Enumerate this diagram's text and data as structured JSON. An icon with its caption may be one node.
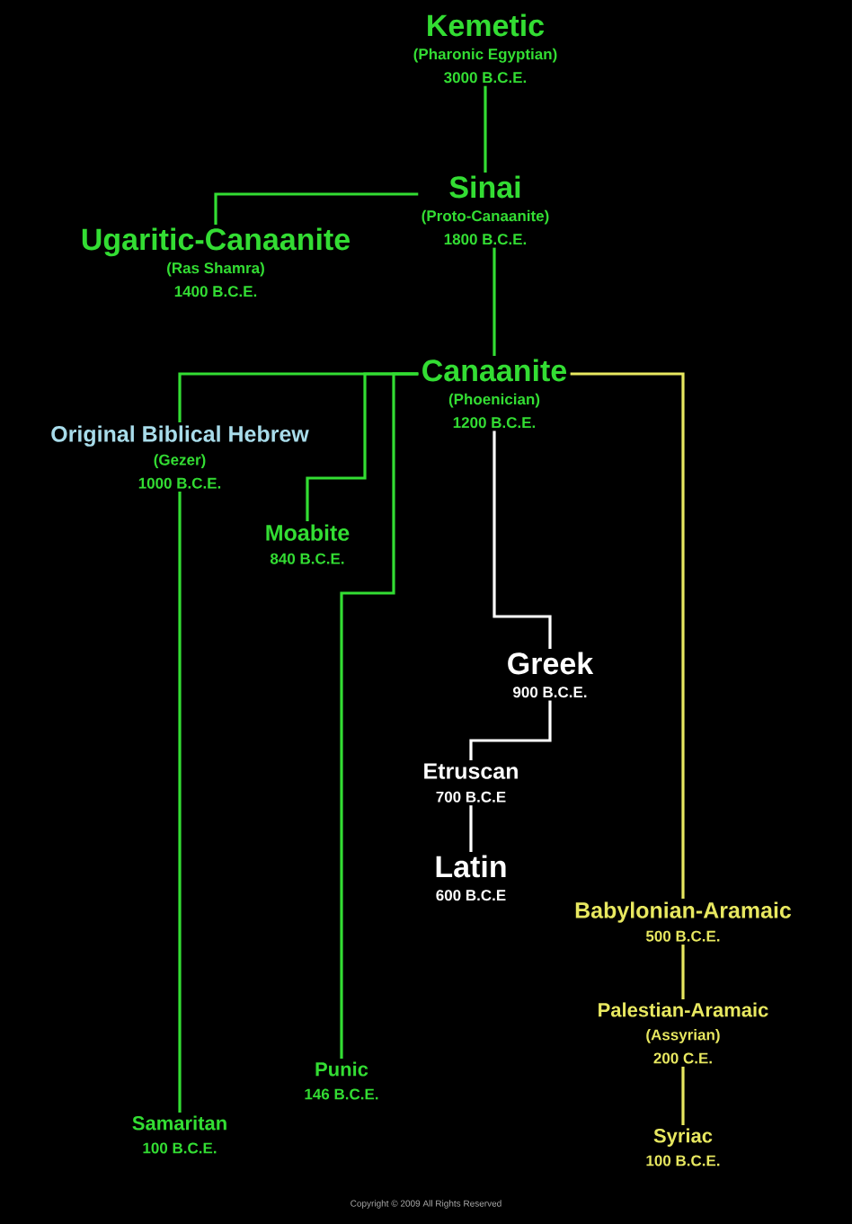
{
  "diagram": {
    "nodes": [
      {
        "text": [
          "Kemetic",
          "(Pharonic Egyptian)",
          "3000 B.C.E."
        ]
      },
      {
        "text": [
          "Sinai",
          "(Proto-Canaanite)",
          "1800 B.C.E."
        ]
      },
      {
        "text": [
          "Ugaritic-Canaanite",
          "(Ras Shamra)",
          "1400 B.C.E."
        ]
      },
      {
        "text": [
          "Canaanite",
          "(Phoenician)",
          "1200 B.C.E."
        ]
      },
      {
        "text": [
          "Original Biblical Hebrew",
          "(Gezer)",
          "1000 B.C.E."
        ]
      },
      {
        "text": [
          "Moabite",
          "840 B.C.E."
        ]
      },
      {
        "text": [
          "Greek",
          "900 B.C.E."
        ]
      },
      {
        "text": [
          "Etruscan",
          "700 B.C.E"
        ]
      },
      {
        "text": [
          "Latin",
          "600 B.C.E"
        ]
      },
      {
        "text": [
          "Babylonian-Aramaic",
          "500 B.C.E."
        ]
      },
      {
        "text": [
          "Palestian-Aramaic",
          "(Assyrian)",
          "200 C.E."
        ]
      },
      {
        "text": [
          "Syriac",
          "100 B.C.E."
        ]
      },
      {
        "text": [
          "Samaritan",
          "100 B.C.E."
        ]
      },
      {
        "text": [
          "Punic",
          "146 B.C.E."
        ]
      }
    ],
    "edges": [
      {
        "from": 0,
        "to": 1,
        "arrow": "none"
      },
      {
        "from": 1,
        "to": 2,
        "arrow": "none"
      },
      {
        "from": 1,
        "to": 3,
        "arrow": "none"
      },
      {
        "from": 3,
        "to": 4,
        "arrow": "none"
      },
      {
        "from": 3,
        "to": 5,
        "arrow": "none"
      },
      {
        "from": 3,
        "to": 13,
        "arrow": "none"
      },
      {
        "from": 4,
        "to": 12,
        "arrow": "none"
      },
      {
        "from": 3,
        "to": 6,
        "arrow": "none",
        "color": "#ffffff"
      },
      {
        "from": 6,
        "to": 7,
        "arrow": "none",
        "color": "#ffffff"
      },
      {
        "from": 7,
        "to": 8,
        "arrow": "none",
        "color": "#ffffff"
      },
      {
        "from": 3,
        "to": 9,
        "arrow": "none",
        "color": "#e8e860"
      },
      {
        "from": 9,
        "to": 10,
        "arrow": "none",
        "color": "#e8e860"
      },
      {
        "from": 10,
        "to": 11,
        "arrow": "none",
        "color": "#e8e860"
      }
    ],
    "labels": [
      "Copyright © 2009 All Rights Reserved"
    ]
  }
}
